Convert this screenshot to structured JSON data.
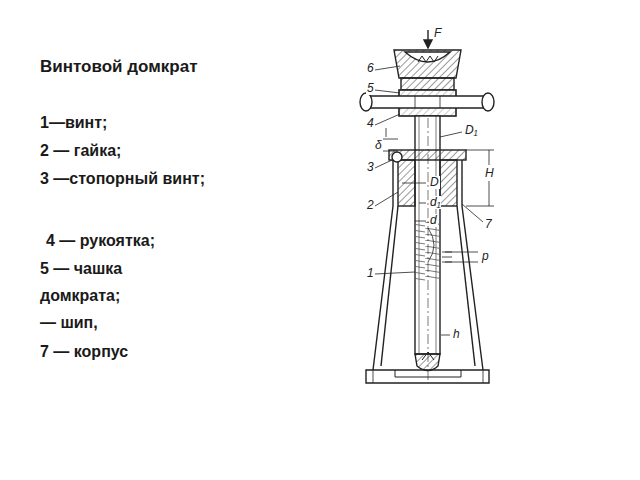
{
  "diagram": {
    "title": "Винтовой домкрат",
    "labels": [
      "1—винт;",
      "2 — гайка;",
      "3 —стопорный винт;",
      "4 — рукоятка;",
      "5 — чашка домкрата;",
      "— шип,",
      "7 — корпус",
      "F",
      "6",
      "5",
      "4",
      "δ",
      "3",
      "2",
      "1",
      "D₁",
      "H",
      "D",
      "d₁",
      "d",
      "7",
      "p",
      "h"
    ]
  }
}
